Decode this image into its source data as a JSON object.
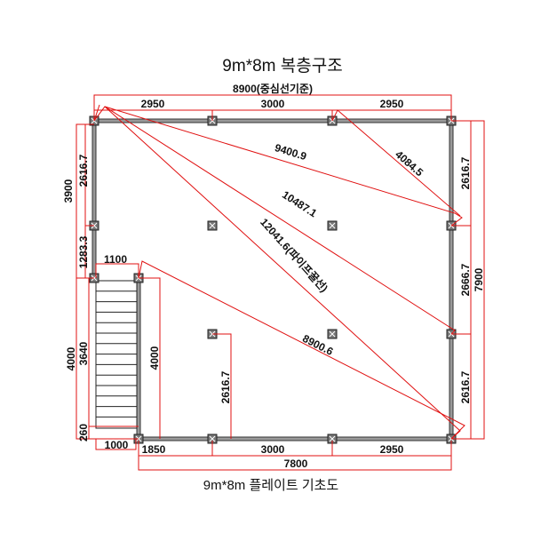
{
  "title": "9m*8m 복층구조",
  "caption": "9m*8m  플레이트 기초도",
  "dimensions": {
    "overall_top": "8900(중심선기준)",
    "top_spans": [
      "2950",
      "3000",
      "2950"
    ],
    "bottom_spans": [
      "1850",
      "3000",
      "2950"
    ],
    "bottom_total": "7800",
    "left_upper_total": "3900",
    "left_upper_a": "2616.7",
    "left_upper_b": "1283.3",
    "left_lower_total": "4000",
    "stair_length": "3640",
    "stair_offset": "260",
    "stair_width_top": "1100",
    "stair_width_bottom": "1000",
    "stair_right": "4000",
    "interior_post": "2616.7",
    "right_spans": [
      "2616.7",
      "2666.7",
      "2616.7"
    ],
    "right_total": "7900"
  },
  "diagonals": {
    "d1": "9400.9",
    "d2": "10487.1",
    "d3": "12041.6(파이프꿀선)",
    "d4": "4084.5",
    "d5": "8900.6"
  },
  "colors": {
    "dimension": "#e01010",
    "structure": "#333333"
  }
}
